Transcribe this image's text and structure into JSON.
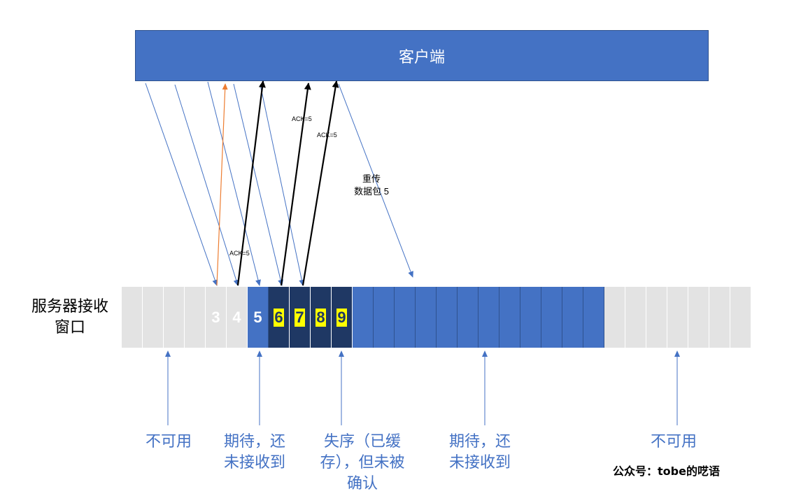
{
  "client": {
    "label": "客户端"
  },
  "server_window": {
    "label_line1": "服务器接收",
    "label_line2": "窗口",
    "cells": [
      {
        "text": "",
        "state": "unavail"
      },
      {
        "text": "",
        "state": "unavail"
      },
      {
        "text": "",
        "state": "unavail"
      },
      {
        "text": "",
        "state": "unavail"
      },
      {
        "text": "3",
        "state": "unavail"
      },
      {
        "text": "4",
        "state": "unavail"
      },
      {
        "text": "5",
        "state": "expect"
      },
      {
        "text": "6",
        "state": "buffered"
      },
      {
        "text": "7",
        "state": "buffered"
      },
      {
        "text": "8",
        "state": "buffered"
      },
      {
        "text": "9",
        "state": "buffered"
      },
      {
        "text": "",
        "state": "expect-after"
      },
      {
        "text": "",
        "state": "expect-after"
      },
      {
        "text": "",
        "state": "expect-after"
      },
      {
        "text": "",
        "state": "expect-after"
      },
      {
        "text": "",
        "state": "expect-after"
      },
      {
        "text": "",
        "state": "expect-after"
      },
      {
        "text": "",
        "state": "expect-after"
      },
      {
        "text": "",
        "state": "expect-after"
      },
      {
        "text": "",
        "state": "expect-after"
      },
      {
        "text": "",
        "state": "expect-after"
      },
      {
        "text": "",
        "state": "expect-after"
      },
      {
        "text": "",
        "state": "expect-after"
      },
      {
        "text": "",
        "state": "unavail"
      },
      {
        "text": "",
        "state": "unavail"
      },
      {
        "text": "",
        "state": "unavail"
      },
      {
        "text": "",
        "state": "unavail"
      },
      {
        "text": "",
        "state": "unavail"
      },
      {
        "text": "",
        "state": "unavail"
      },
      {
        "text": "",
        "state": "unavail"
      }
    ]
  },
  "arrow_labels": {
    "ack_left": "ACK=5",
    "ack_mid": "ACK=5",
    "ack_right": "ACK=5",
    "resend_line1": "重传",
    "resend_line2": "数据包 5"
  },
  "bottom_labels": {
    "unavailable_left": "不可用",
    "expected_not_received_1_line1": "期待，还",
    "expected_not_received_1_line2": "未接收到",
    "out_of_order_line1": "失序（已缓",
    "out_of_order_line2": "存），但未被",
    "out_of_order_line3": "确认",
    "expected_not_received_2_line1": "期待，还",
    "expected_not_received_2_line2": "未接收到",
    "unavailable_right": "不可用"
  },
  "watermark": "公众号：tobe的呓语",
  "colors": {
    "blue": "#4472c4",
    "dark_navy": "#1f3864",
    "gray": "#e3e3e3",
    "highlight": "#ffff00",
    "orange": "#ed7d31",
    "black": "#000000"
  }
}
